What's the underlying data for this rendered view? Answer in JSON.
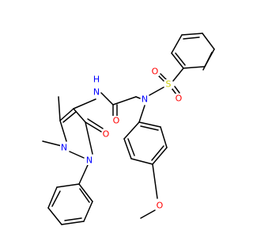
{
  "molecule": {
    "colors": {
      "bond": "#000000",
      "carbon": "#000000",
      "nitrogen": "#0000ff",
      "oxygen": "#ff0000",
      "sulfur": "#cccc00",
      "background": "#ffffff"
    },
    "atoms": [
      {
        "id": "N_amide",
        "label": "N",
        "element": "nitrogen"
      },
      {
        "id": "H_amide",
        "label": "H",
        "element": "nitrogen"
      },
      {
        "id": "O_amide",
        "label": "O",
        "element": "oxygen"
      },
      {
        "id": "N_sulfonamide",
        "label": "N",
        "element": "nitrogen"
      },
      {
        "id": "S",
        "label": "S",
        "element": "sulfur"
      },
      {
        "id": "O_s1",
        "label": "O",
        "element": "oxygen"
      },
      {
        "id": "O_s2",
        "label": "O",
        "element": "oxygen"
      },
      {
        "id": "N1_pyrazole",
        "label": "N",
        "element": "nitrogen"
      },
      {
        "id": "N2_pyrazole",
        "label": "N",
        "element": "nitrogen"
      },
      {
        "id": "O_keto",
        "label": "O",
        "element": "oxygen"
      },
      {
        "id": "O_methoxy",
        "label": "O",
        "element": "oxygen"
      }
    ]
  }
}
